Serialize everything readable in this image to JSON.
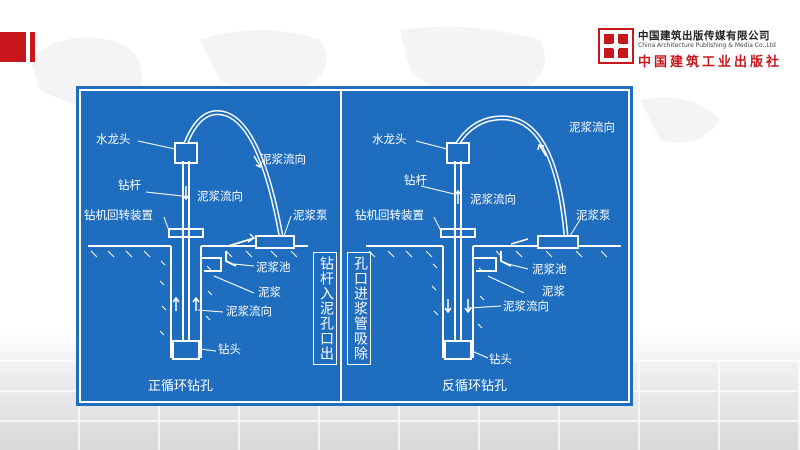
{
  "publisher": {
    "name_cn": "中国建筑出版传媒有限公司",
    "name_en": "China Architecture Publishing & Media Co.,Ltd",
    "name_cn_stylized": "中国建筑工业出版社"
  },
  "left_diagram": {
    "caption": "正循环钻孔",
    "labels": {
      "swivel": "水龙头",
      "flow_top": "泥浆流向",
      "drill_rod": "钻杆",
      "flow_rod": "泥浆流向",
      "rotary": "钻机回转装置",
      "pump": "泥浆泵",
      "pit": "泥浆池",
      "mud": "泥浆",
      "flow_hole": "泥浆流向",
      "bit": "钻头"
    }
  },
  "right_diagram": {
    "caption": "反循环钻孔",
    "labels": {
      "swivel": "水龙头",
      "flow_top": "泥浆流向",
      "drill_rod": "钻杆",
      "flow_rod": "泥浆流向",
      "rotary": "钻机回转装置",
      "pump": "泥浆泵",
      "pit": "泥浆池",
      "mud": "泥浆",
      "flow_hole": "泥浆流向",
      "bit": "钻头"
    }
  },
  "notes": {
    "left_note": "钻杆入泥孔口出",
    "right_note": "孔口进浆管吸除"
  },
  "colors": {
    "panel": "#1f6dbf",
    "accent_red": "#c8161d",
    "line": "#ffffff"
  }
}
